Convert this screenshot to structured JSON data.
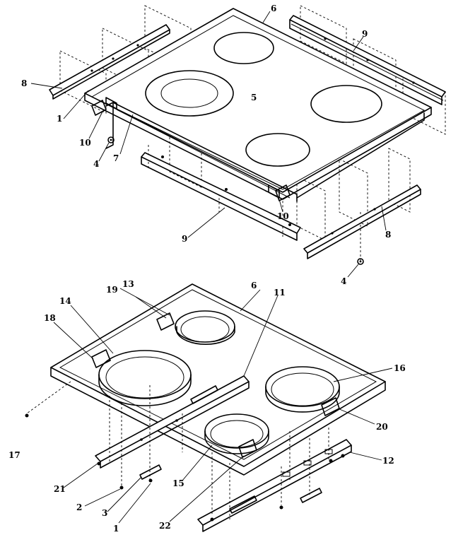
{
  "callouts": {
    "top": [
      "1",
      "4",
      "4",
      "5",
      "6",
      "7",
      "8",
      "8",
      "9",
      "9",
      "10",
      "10"
    ],
    "bottom": [
      "1",
      "2",
      "3",
      "6",
      "11",
      "12",
      "13",
      "14",
      "15",
      "16",
      "17",
      "18",
      "19",
      "20",
      "21",
      "22"
    ]
  }
}
